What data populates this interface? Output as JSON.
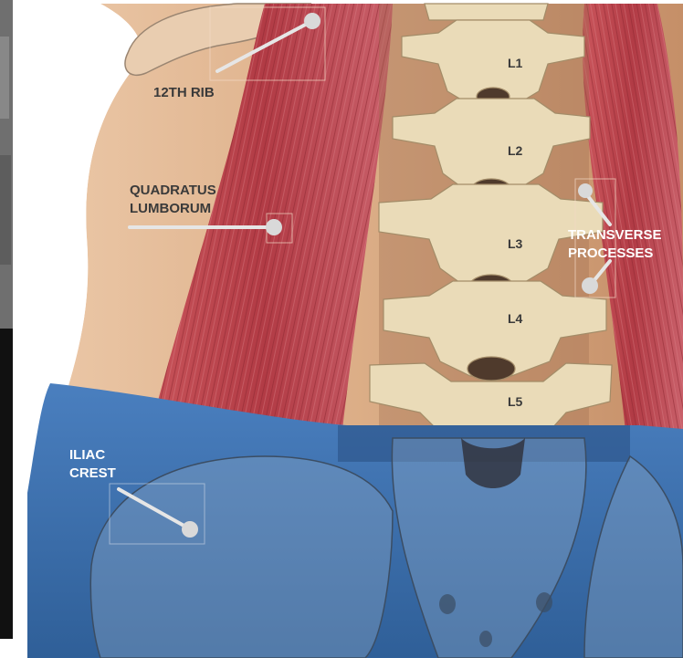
{
  "labels": {
    "rib": "12TH RIB",
    "ql_line1": "QUADRATUS",
    "ql_line2": "LUMBORUM",
    "tp_line1": "TRANSVERSE",
    "tp_line2": "PROCESSES",
    "iliac_line1": "ILIAC",
    "iliac_line2": "CREST"
  },
  "vertebrae": [
    "L1",
    "L2",
    "L3",
    "L4",
    "L5"
  ],
  "colors": {
    "skin": "#e2b896",
    "muscle": "#b8434a",
    "bone": "#eadbb8",
    "jeans": "#3d6ea8",
    "label_text": "#3a3a3a",
    "accent_label": "#ffffff",
    "callout": "#d8d8d8"
  }
}
